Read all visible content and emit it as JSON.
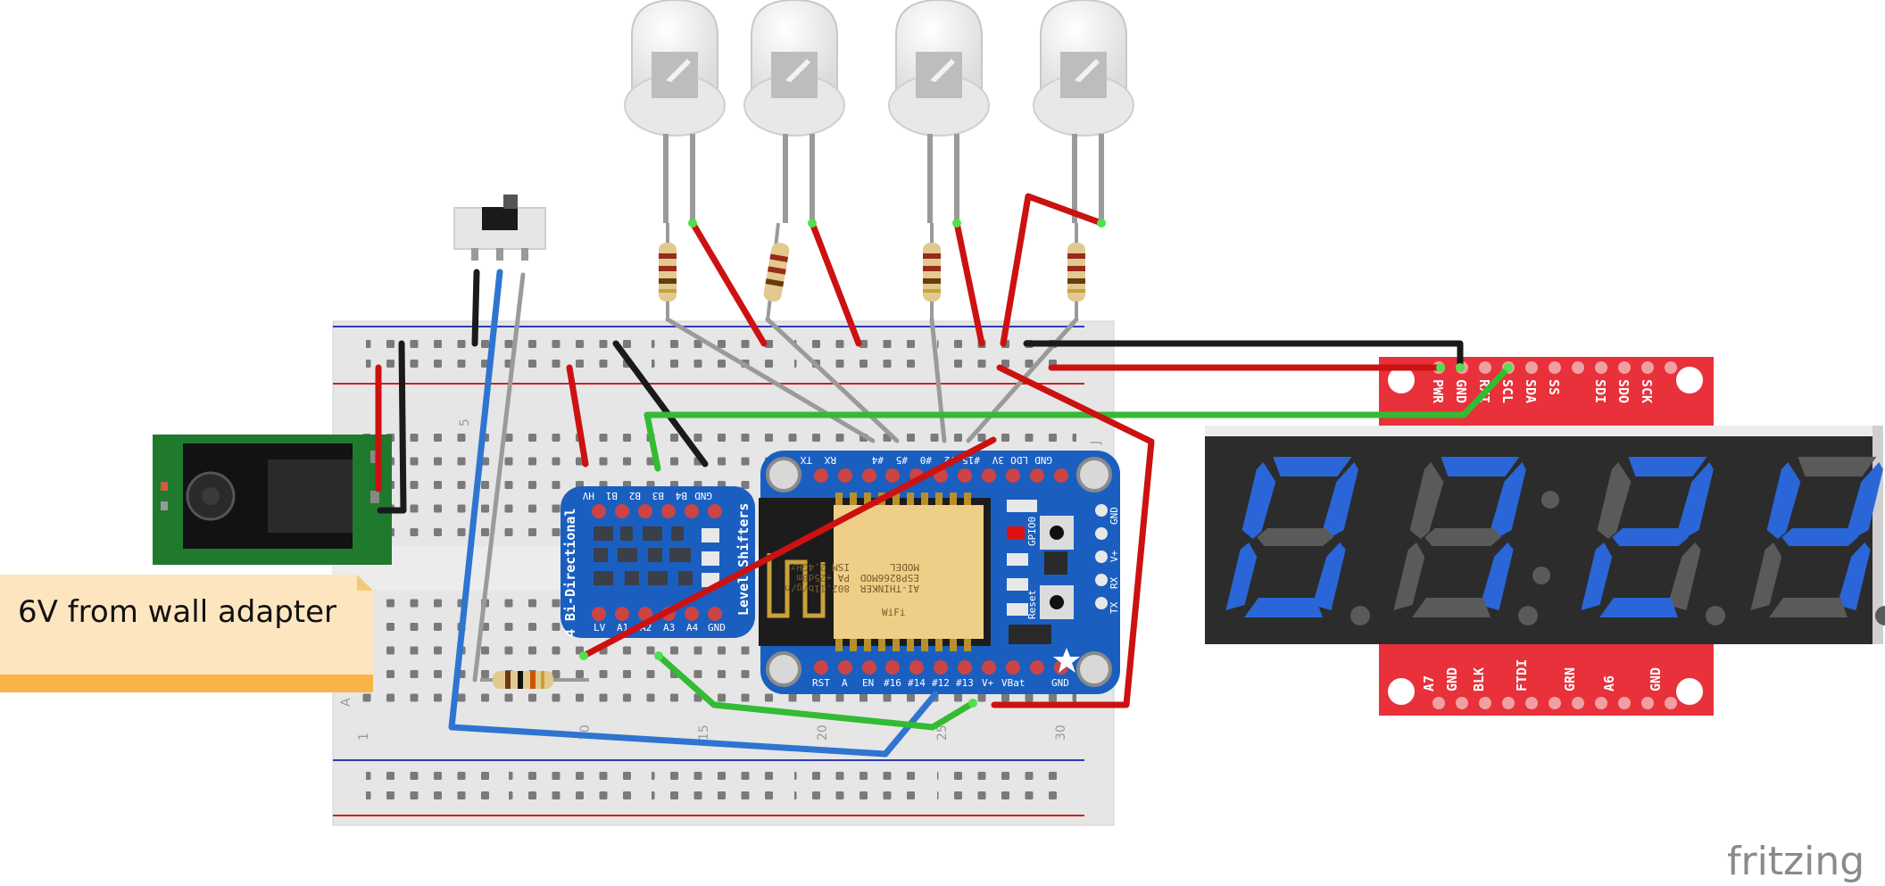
{
  "note": {
    "text": "6V from wall adapter"
  },
  "brand": {
    "text": "fritzing"
  },
  "breadboard": {
    "row_numbers": [
      "1",
      "5",
      "10",
      "15",
      "20",
      "25",
      "30"
    ],
    "row_letter": "A",
    "row_letter_j": "J"
  },
  "level_shifter": {
    "title": "4 Bi-Directional",
    "subtitle": "Level Shifters",
    "top_pins": [
      "HV",
      "B1",
      "B2",
      "B3",
      "B4",
      "GND"
    ],
    "bottom_pins": [
      "LV",
      "A1",
      "A2",
      "A3",
      "A4",
      "GND"
    ]
  },
  "esp_board": {
    "top_pins": [
      "TX",
      "RX",
      "#4",
      "#5",
      "#0",
      "#2",
      "#15",
      "3V",
      "LDO",
      "GND"
    ],
    "bottom_pins": [
      "RST",
      "A",
      "EN",
      "#16",
      "#14",
      "#12",
      "#13",
      "V+",
      "VBat",
      "GND"
    ],
    "side_pins": [
      "GND",
      "V+",
      "RX",
      "TX"
    ],
    "module_text": [
      "MODEL",
      "ESP8266MOD",
      "AI-THINKER",
      "ISM 2.4GHz",
      "PA +25dBm",
      "802.11b/g/n"
    ],
    "gpio_label": "GPIO0",
    "reset_label": "Reset",
    "wifi_label": "WiFi"
  },
  "display_backpack": {
    "top_pins": [
      "PWR",
      "GND",
      "RXI",
      "SCL",
      "SDA",
      "SS",
      "SDI",
      "SDO",
      "SCK"
    ],
    "bottom_pins": [
      "A7",
      "GND",
      "BLK",
      "FTDI",
      "GRN",
      "A6",
      "GND"
    ]
  },
  "display": {
    "digits": [
      "0",
      "7",
      "2",
      "4"
    ]
  },
  "colors": {
    "red_wire": "#cc1111",
    "black_wire": "#1a1a1a",
    "green_wire": "#33bb33",
    "blue_wire": "#2f74d0",
    "grey_wire": "#9a9a9a",
    "segment_on": "#2a66d8",
    "segment_off": "#5a5a5a",
    "pcb_blue": "#1a5fc0",
    "pcb_red": "#e8313a",
    "note_fill": "#fde6bf"
  }
}
